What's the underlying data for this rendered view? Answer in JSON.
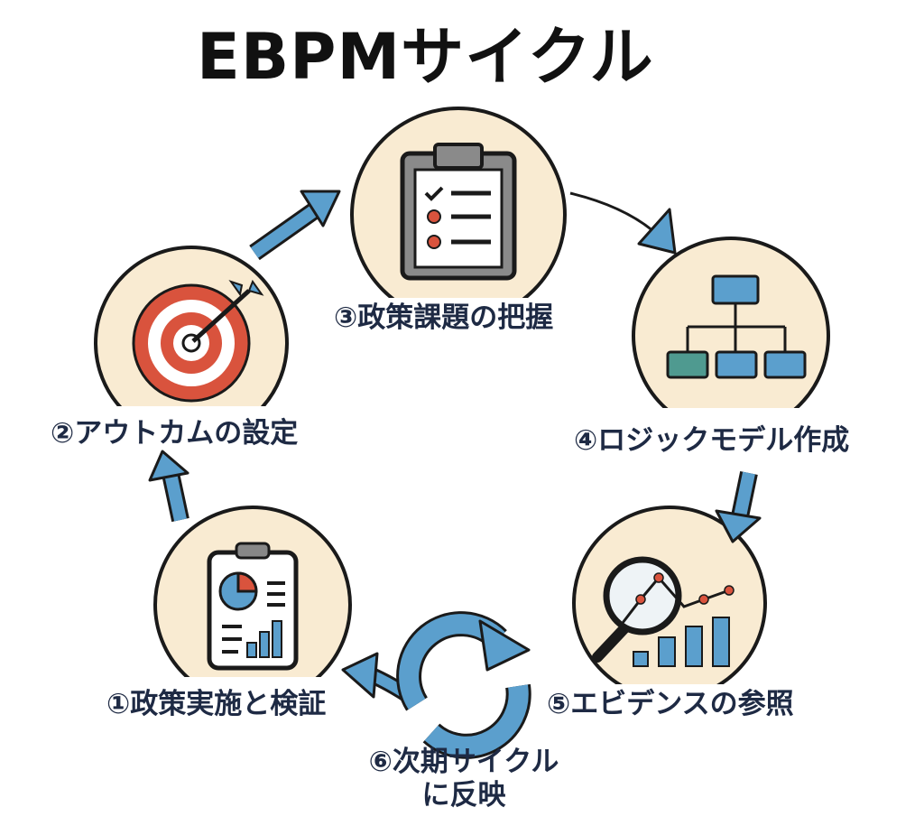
{
  "title": "EBPMサイクル",
  "steps": [
    {
      "num": "①",
      "label": "政策実施と検証",
      "icon": "clipboard-report-icon"
    },
    {
      "num": "②",
      "label": "アウトカムの設定",
      "icon": "target-icon"
    },
    {
      "num": "③",
      "label": "政策課題の把握",
      "icon": "checklist-clipboard-icon"
    },
    {
      "num": "④",
      "label": "ロジックモデル作成",
      "icon": "org-chart-icon"
    },
    {
      "num": "⑤",
      "label": "エビデンスの参照",
      "icon": "magnifier-chart-icon"
    },
    {
      "num": "⑥",
      "label_line1": "次期サイクル",
      "label_line2": "に反映",
      "icon": "cycle-arrows-icon"
    }
  ],
  "colors": {
    "circle_fill": "#f9ebd2",
    "arrow_blue": "#5b9fcd",
    "target_red": "#d9533d",
    "chart_blue": "#5b9fcd",
    "teal": "#4f9a90",
    "text_dark": "#1e2a44"
  }
}
